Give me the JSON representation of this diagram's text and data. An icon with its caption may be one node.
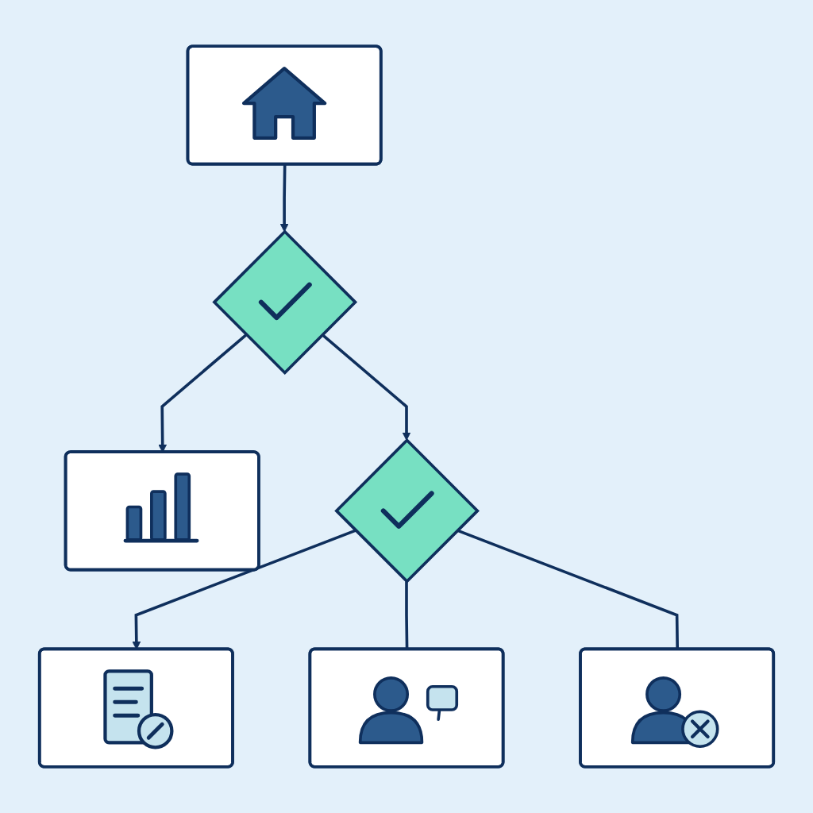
{
  "diagram": {
    "nodes": [
      {
        "text": [],
        "shape": "box"
      },
      {
        "text": [],
        "shape": "diamond"
      },
      {
        "text": [],
        "shape": "box"
      },
      {
        "text": [],
        "shape": "diamond"
      },
      {
        "text": [],
        "shape": "box"
      },
      {
        "text": [],
        "shape": "box"
      },
      {
        "text": [],
        "shape": "box"
      }
    ],
    "edges": [
      {
        "from": 0,
        "to": 1,
        "arrow": "to"
      },
      {
        "from": 1,
        "to": 2,
        "arrow": "to"
      },
      {
        "from": 1,
        "to": 3,
        "arrow": "to"
      },
      {
        "from": 3,
        "to": 4,
        "arrow": "to"
      },
      {
        "from": 3,
        "to": 5,
        "arrow": "none"
      },
      {
        "from": 3,
        "to": 6,
        "arrow": "none"
      }
    ]
  }
}
